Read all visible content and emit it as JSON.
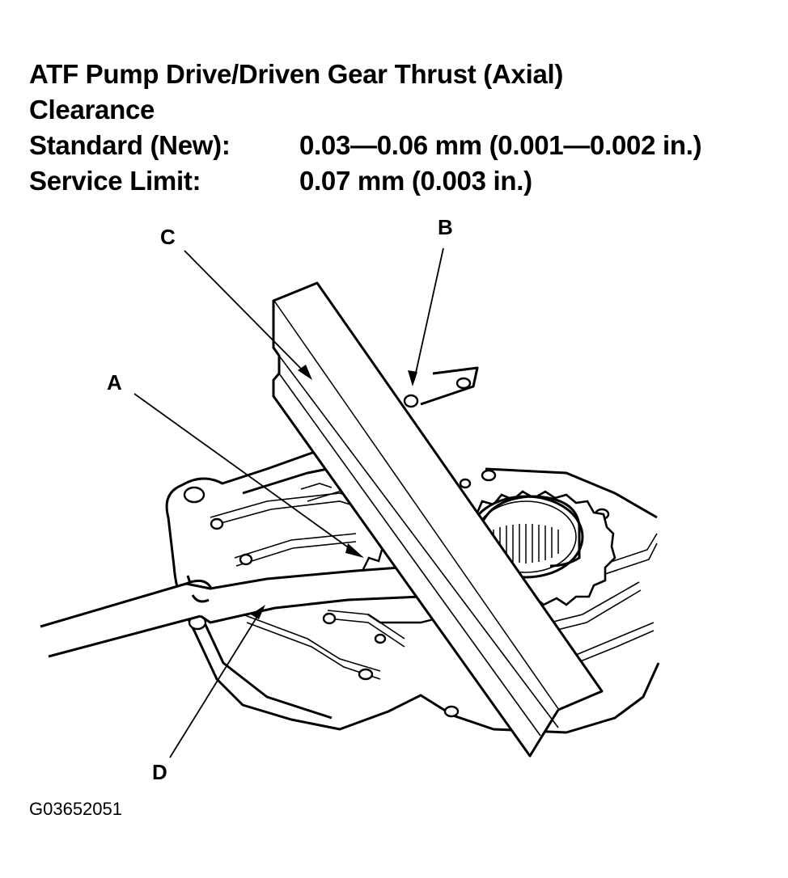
{
  "spec": {
    "title_line1": "ATF Pump Drive/Driven Gear Thrust (Axial)",
    "title_line2": "Clearance",
    "rows": [
      {
        "label": "Standard (New):",
        "value": "0.03—0.06 mm (0.001—0.002 in.)"
      },
      {
        "label": "Service Limit:",
        "value": "0.07 mm (0.003 in.)"
      }
    ]
  },
  "callouts": {
    "a": "A",
    "b": "B",
    "c": "C",
    "d": "D"
  },
  "figure_code": "G03652051",
  "colors": {
    "ink": "#000000",
    "paper": "#ffffff"
  }
}
